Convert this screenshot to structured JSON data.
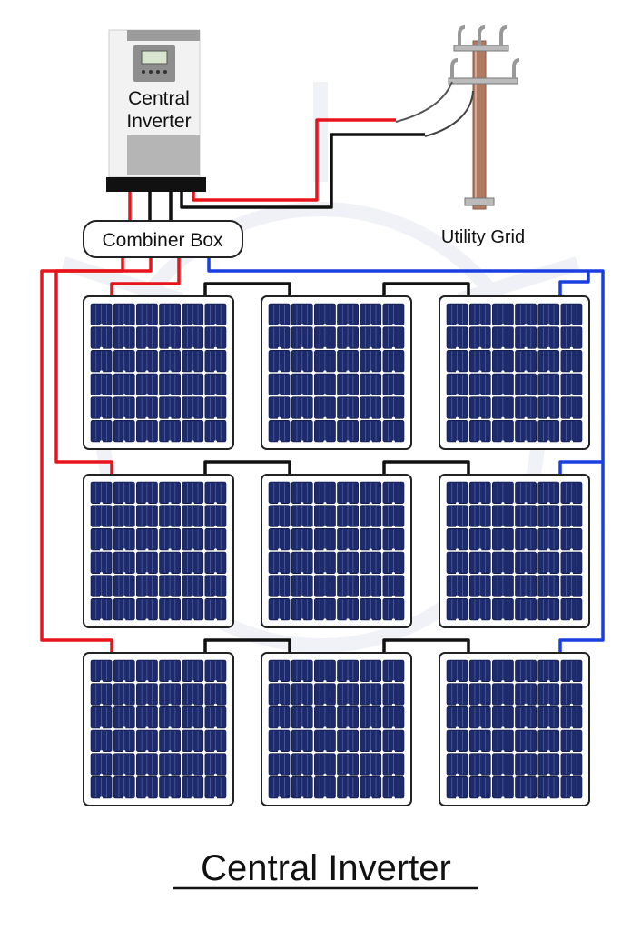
{
  "inverter": {
    "label_line1": "Central",
    "label_line2": "Inverter",
    "icon": "inverter-icon"
  },
  "combiner_box": {
    "label": "Combiner Box"
  },
  "grid": {
    "label": "Utility Grid",
    "icon": "utility-pole-icon"
  },
  "title": "Central Inverter",
  "panels": {
    "icon": "solar-panel-icon",
    "rows": 3,
    "cols": 3
  },
  "colors": {
    "positive_wire": "#e8141c",
    "negative_wire": "#1a3fe0",
    "series_wire": "#111111",
    "cell": "#1d2a6b",
    "pole": "#b07a62"
  }
}
